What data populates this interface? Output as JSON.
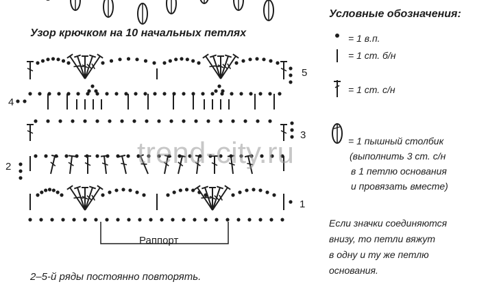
{
  "title": "Узор крючком на 10 начальных петлях",
  "legend": {
    "heading": "Условные обозначения:",
    "items": [
      {
        "icon": "chain-stitch-icon",
        "label": "= 1 в.п."
      },
      {
        "icon": "single-crochet-icon",
        "label": "= 1 ст. б/н"
      },
      {
        "icon": "double-crochet-icon",
        "label": "= 1 ст. с/н"
      },
      {
        "icon": "puff-stitch-icon",
        "lines": [
          "= 1 пышный столбик",
          "(выполнить 3 ст. с/н",
          "в 1 петлю основания",
          "и провязать вместе)"
        ]
      }
    ],
    "note_lines": [
      "Если значки соединяются",
      "внизу, то петли вяжут",
      "в одну и ту же петлю",
      "основания."
    ]
  },
  "row_labels": [
    "1",
    "2",
    "3",
    "4",
    "5"
  ],
  "repeat_label": "Раппорт",
  "footer_note": "2–5-й ряды постоянно повторять.",
  "watermark": "trend-city.ru",
  "colors": {
    "ink": "#1d1d1d",
    "watermark": "#9a9a9a"
  }
}
